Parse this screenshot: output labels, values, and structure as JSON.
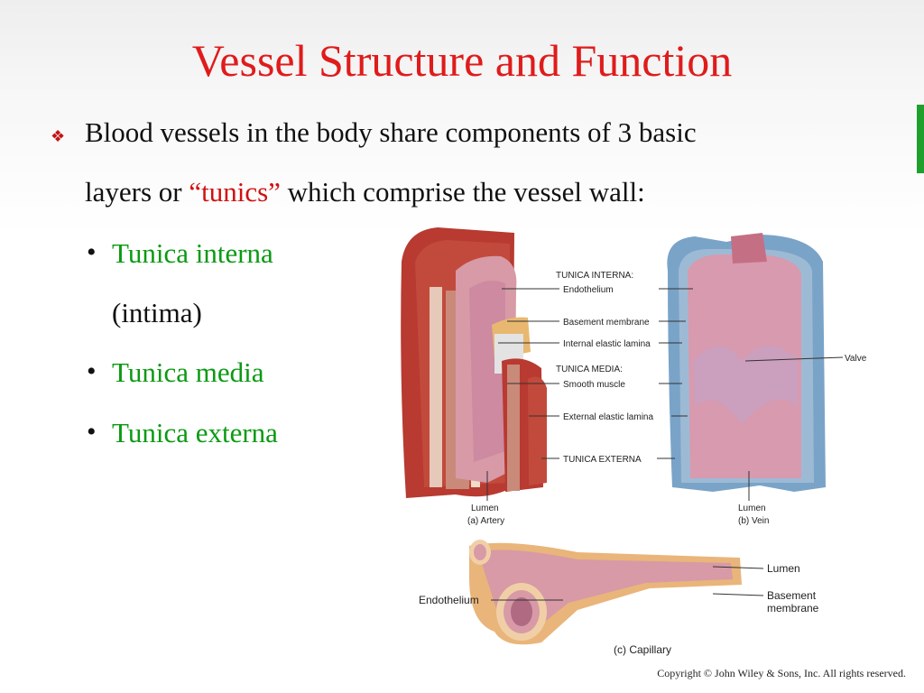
{
  "slide": {
    "title": "Vessel Structure and Function",
    "intro": {
      "line1": "Blood vessels in the body share components of 3 basic",
      "line2_pre": "layers or ",
      "line2_emph": "“tunics”",
      "line2_post": " which comprise the vessel wall:"
    },
    "bullets": [
      {
        "label": "Tunica interna",
        "sub": "(intima)"
      },
      {
        "label": "Tunica media"
      },
      {
        "label": "Tunica externa"
      }
    ],
    "bullet_symbol": "•",
    "intro_symbol": "❖",
    "copyright": "Copyright © John Wiley & Sons, Inc. All rights reserved."
  },
  "figure": {
    "labels": {
      "tunica_interna": "TUNICA INTERNA:",
      "endothelium": "Endothelium",
      "basement_membrane": "Basement membrane",
      "internal_elastic": "Internal elastic lamina",
      "tunica_media": "TUNICA MEDIA:",
      "smooth_muscle": "Smooth muscle",
      "external_elastic": "External elastic lamina",
      "tunica_externa": "TUNICA EXTERNA",
      "valve": "Valve",
      "lumen_artery": "Lumen",
      "artery_caption": "(a) Artery",
      "lumen_vein": "Lumen",
      "vein_caption": "(b) Vein",
      "cap_lumen": "Lumen",
      "cap_endothelium": "Endothelium",
      "cap_basement_1": "Basement",
      "cap_basement_2": "membrane",
      "cap_caption": "(c) Capillary"
    }
  },
  "colors": {
    "title": "#e01b1b",
    "emphasis": "#d01010",
    "bullet_green": "#0a9a12",
    "accent_bar": "#1fa02c"
  }
}
